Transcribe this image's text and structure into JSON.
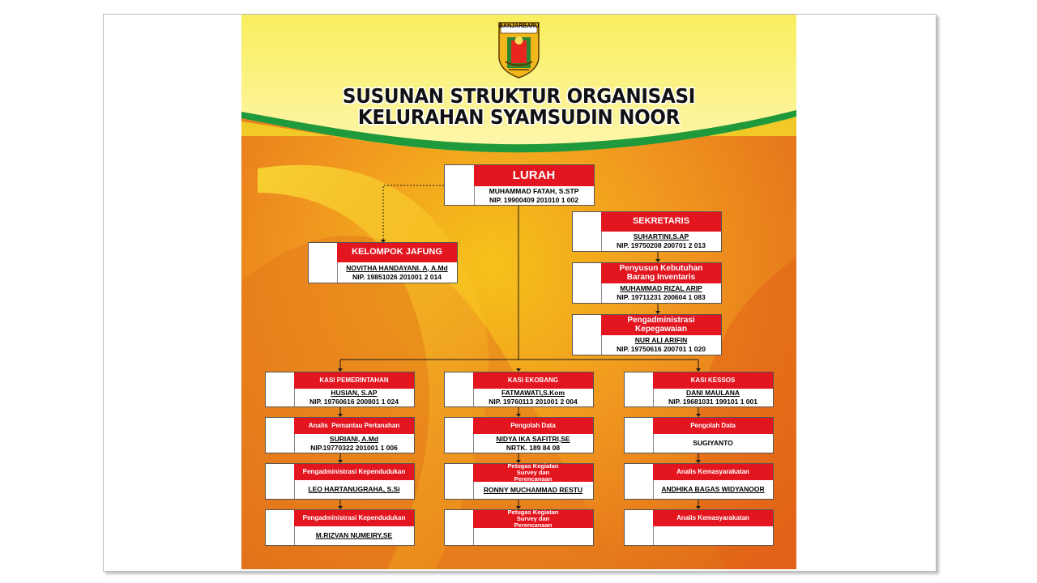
{
  "poster": {
    "logo_text": "BANJARBARU",
    "title_line1": "SUSUNAN STRUKTUR ORGANISASI",
    "title_line2": "KELURAHAN SYAMSUDIN NOOR"
  },
  "lurah": {
    "title": "LURAH",
    "name": "MUHAMMAD FATAH, S.STP",
    "nip": "NIP. 19900409 201010 1 002"
  },
  "kelompok": {
    "title": "KELOMPOK JAFUNG",
    "name": "NOVITHA HANDAYANI. A, A.Md",
    "nip": "NIP. 19851026 201001 2 014"
  },
  "sekretaris": {
    "title": "SEKRETARIS",
    "name": "SUHARTINI,S.AP",
    "nip": "NIP. 19750208 200701 2 013"
  },
  "penyusun": {
    "title": "Penyusun Kebutuhan Barang Inventaris",
    "name": "MUHAMMAD RIZAL ARIP",
    "nip": "NIP. 19711231 200604 1 083"
  },
  "kepegawaian": {
    "title": "Pengadministrasi Kepegawaian",
    "name": "NUR ALI ARIFIN",
    "nip": "NIP. 19750616 200701 1 020"
  },
  "col1": [
    {
      "title": "KASI PEMERINTAHAN",
      "name": "HUSIAN, S.AP",
      "nip": "NIP. 19760616 200801 1 024"
    },
    {
      "title": "Analis  Pemantau Pertanahan",
      "name": "SURIANI, A.Md",
      "nip": "NIP.19770322 201001 1 006"
    },
    {
      "title": "Pengadministrasi Kependudukan",
      "name": "LEO HARTANUGRAHA, S.Si",
      "nip": ""
    },
    {
      "title": "Pengadministrasi Kependudukan",
      "name": "M.RIZVAN NUMEIRY,SE",
      "nip": ""
    }
  ],
  "col2": [
    {
      "title": "KASI EKOBANG",
      "name": "FATMAWATI,S.Kom",
      "nip": "NIP. 19760113 201001 2 004"
    },
    {
      "title": "Pengolah Data",
      "name": "NIDYA IKA SAFITRI,SE",
      "nip": "NRTK. 189 84 08"
    },
    {
      "title": "Petugas Kegiatan Survey dan Perencanaan",
      "name": "RONNY MUCHAMMAD RESTU",
      "nip": ""
    },
    {
      "title": "Petugas Kegiatan Survey dan Perencanaan",
      "name": "",
      "nip": ""
    }
  ],
  "col3": [
    {
      "title": "KASI KESSOS",
      "name": "DANI MAULANA",
      "nip": "NIP. 19681031 199101 1 001"
    },
    {
      "title": "Pengolah Data",
      "name": "SUGIYANTO",
      "nip": ""
    },
    {
      "title": "Analis Kemasyarakatan",
      "name": "ANDHIKA BAGAS WIDYANOOR",
      "nip": ""
    },
    {
      "title": "Analis Kemasyarakatan",
      "name": "",
      "nip": ""
    }
  ],
  "colors": {
    "red": "#e3151f",
    "green": "#1e9a3c",
    "yellow": "#fbee6e",
    "orange": "#e86f1c"
  }
}
